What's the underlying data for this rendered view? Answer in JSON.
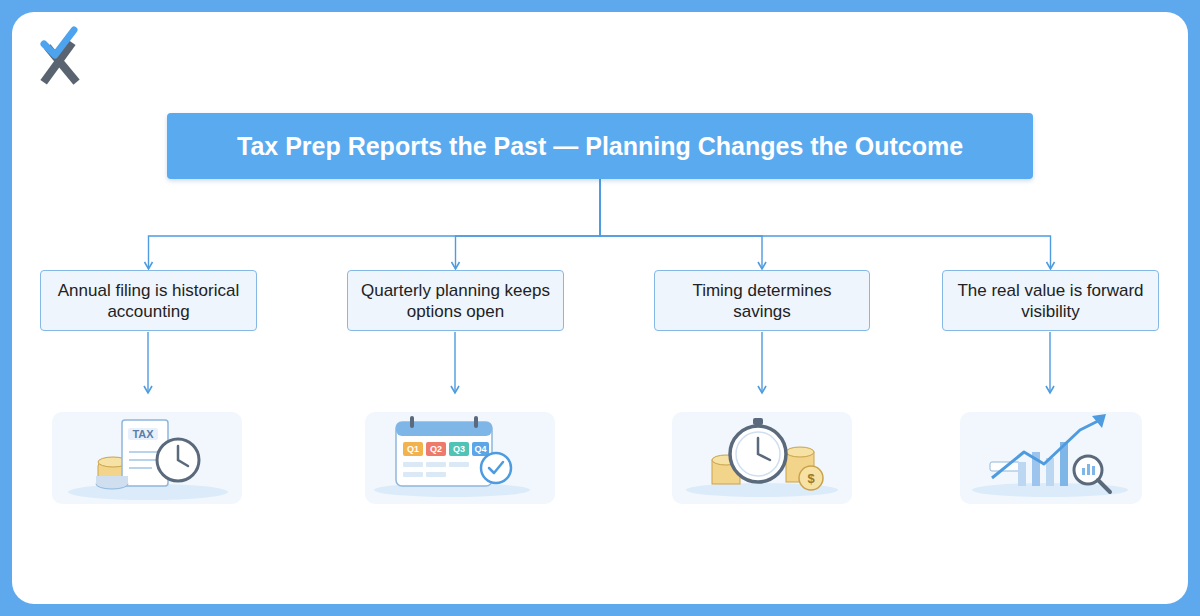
{
  "diagram": {
    "nodes": [
      {
        "text": [
          "Tax Prep Reports the Past — Planning Changes the Outcome"
        ]
      },
      {
        "text": [
          "Annual filing is historical accounting"
        ]
      },
      {
        "text": [
          "Quarterly planning keeps options open"
        ]
      },
      {
        "text": [
          "Timing determines savings"
        ]
      },
      {
        "text": [
          "The real value is forward visibility"
        ]
      }
    ],
    "edges": [
      {
        "from": 0,
        "to": 1,
        "arrow": "to"
      },
      {
        "from": 0,
        "to": 2,
        "arrow": "to"
      },
      {
        "from": 0,
        "to": 3,
        "arrow": "to"
      },
      {
        "from": 0,
        "to": 4,
        "arrow": "to"
      }
    ],
    "labels": [
      "TAX",
      "Q1",
      "Q2",
      "Q3",
      "Q4",
      "$"
    ]
  }
}
